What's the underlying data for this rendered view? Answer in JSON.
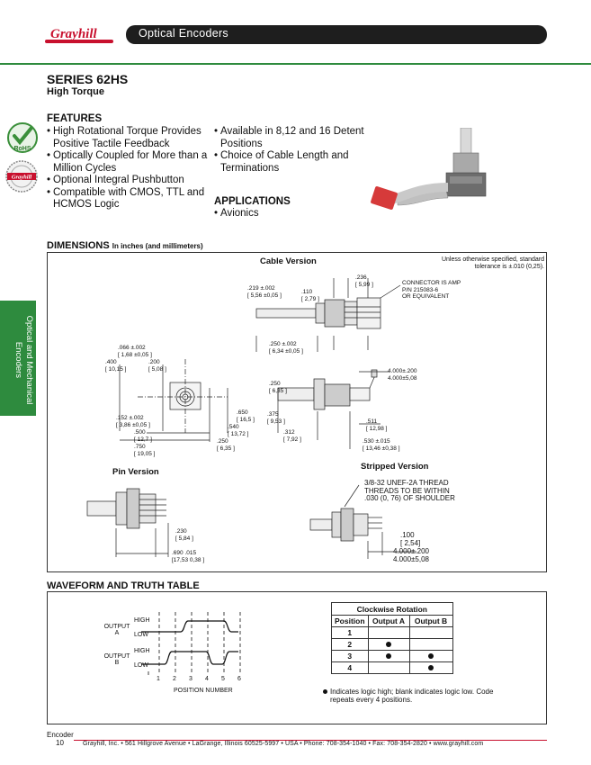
{
  "brand": {
    "logo_text": "Grayhill",
    "red": "#c8102e",
    "green": "#2e8b3e"
  },
  "header": {
    "title": "Optical Encoders"
  },
  "series": {
    "title": "SERIES 62HS",
    "subtitle": "High Torque"
  },
  "features": {
    "heading": "FEATURES",
    "col1": [
      "High Rotational Torque Provides Positive Tactile Feedback",
      "Optically Coupled for More than a Million Cycles",
      "Optional Integral Pushbutton",
      "Compatible with CMOS, TTL and HCMOS Logic"
    ],
    "col2": [
      "Available in 8,12 and 16 Detent Positions",
      "Choice of Cable Length and Terminations"
    ]
  },
  "applications": {
    "heading": "APPLICATIONS",
    "items": [
      "Avionics"
    ]
  },
  "badges": {
    "rohs": "RoHS",
    "seal": "Grayhill"
  },
  "side_tab": {
    "line1": "Optical and Mechanical",
    "line2": "Encoders"
  },
  "dimensions": {
    "heading": "DIMENSIONS",
    "heading_note": "In inches (and millimeters)",
    "tolerance_note_1": "Unless otherwise specified, standard",
    "tolerance_note_2": "tolerance is ±.010 (0,25).",
    "cable_version": "Cable Version",
    "pin_version": "Pin Version",
    "stripped_version": "Stripped Version",
    "labels": {
      "d236": ".236",
      "d236m": "[ 5,99 ]",
      "d219": ".219 ±.002",
      "d219m": "[ 5,56 ±0,05 ]",
      "d110": ".110",
      "d110m": "[ 2,79 ]",
      "conn1": "CONNECTOR IS AMP",
      "conn2": "P/N 215083-6",
      "conn3": "OR EQUIVALENT",
      "d250a": ".250 ±.002",
      "d250am": "[ 6,34 ±0,05 ]",
      "d066": ".066 ±.002",
      "d066m": "[ 1,68 ±0,05 ]",
      "d400": ".400",
      "d400m": "[ 10,15 ]",
      "d200": ".200",
      "d200m": "[ 5,08 ]",
      "d152": ".152 ±.002",
      "d152m": "[ 3,86 ±0,05 ]",
      "d500": ".500",
      "d500m": "[ 12,7 ]",
      "d750": ".750",
      "d750m": "[ 19,05 ]",
      "d250b": ".250",
      "d250bm": "[ 6,35 ]",
      "d540": ".540",
      "d540m": "[ 13,72 ]",
      "d650": ".650",
      "d650m": "[ 16,5 ]",
      "d250c": ".250",
      "d250cm": "[ 6,35 ]",
      "d375": ".375",
      "d375m": "[ 9,53 ]",
      "d312": ".312",
      "d312m": "[ 7,92 ]",
      "d4000a": "4.000±.200",
      "d4000am": "4.000±5,08",
      "d511": ".511",
      "d511m": "[ 12,98 ]",
      "d530": ".530 ±.015",
      "d530m": "[ 13,46 ±0,38 ]",
      "d230": ".230",
      "d230m": "[ 5,84 ]",
      "d690": ".690 .015",
      "d690m": "[17,53 0,38   ]",
      "thread1": "3/8-32 UNEF-2A THREAD",
      "thread2": "THREADS TO BE WITHIN",
      "thread3": ".030 (0, 76) OF SHOULDER",
      "d100": ".100",
      "d100m": "[ 2,54]",
      "d4000b": "4.000±.200",
      "d4000bm": "4.000±5,08"
    }
  },
  "waveform": {
    "heading": "WAVEFORM AND TRUTH TABLE",
    "output_a_1": "OUTPUT",
    "output_a_2": "A",
    "output_b_1": "OUTPUT",
    "output_b_2": "B",
    "high": "HIGH",
    "low": "LOW",
    "positions": [
      "1",
      "2",
      "3",
      "4",
      "5",
      "6"
    ],
    "axis_label": "POSITION NUMBER"
  },
  "truth_table": {
    "caption": "Clockwise Rotation",
    "headers": [
      "Position",
      "Output A",
      "Output B"
    ],
    "rows": [
      {
        "position": "1",
        "a": false,
        "b": false
      },
      {
        "position": "2",
        "a": true,
        "b": false
      },
      {
        "position": "3",
        "a": true,
        "b": true
      },
      {
        "position": "4",
        "a": false,
        "b": true
      }
    ],
    "footnote": "Indicates logic high; blank indicates logic low. Code repeats every 4 positions."
  },
  "footer": {
    "section": "Encoder",
    "page": "10",
    "address": "Grayhill, Inc. • 561 Hillgrove Avenue • LaGrange, Illinois  60525-5997 • USA • Phone: 708-354-1040 • Fax: 708-354-2820 • www.grayhill.com"
  }
}
